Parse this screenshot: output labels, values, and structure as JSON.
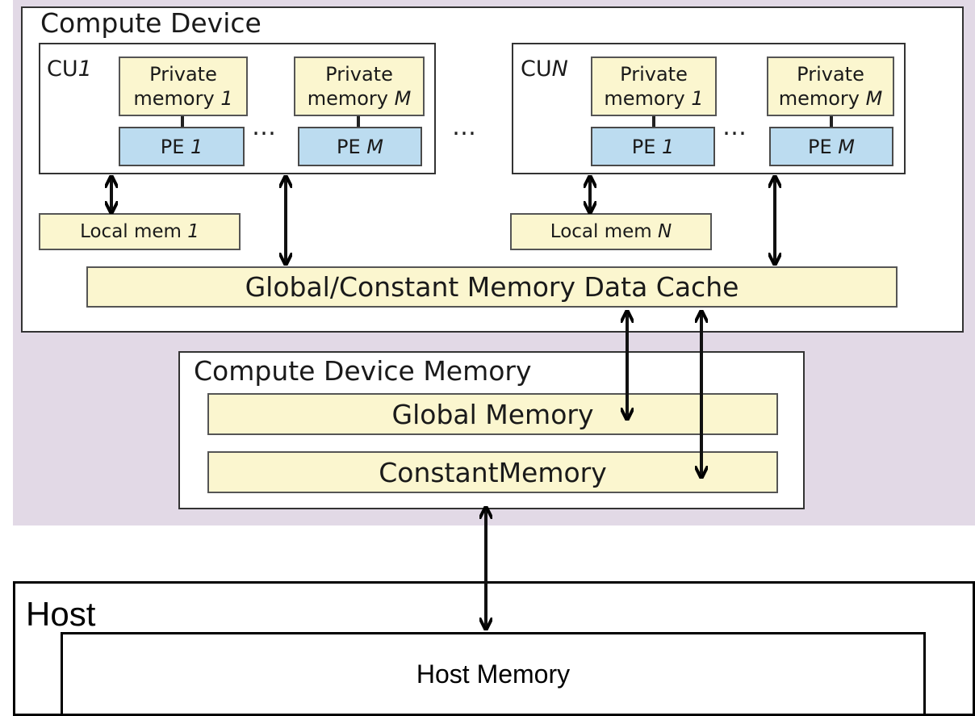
{
  "compute_device": {
    "title": "Compute Device",
    "cu_left": {
      "label_prefix": "CU",
      "label_index": "1",
      "private_mem_1": {
        "line1": "Private",
        "line2_prefix": "memory ",
        "line2_index": "1"
      },
      "private_mem_m": {
        "line1": "Private",
        "line2_prefix": "memory ",
        "line2_index": "M"
      },
      "pe_1": {
        "prefix": "PE ",
        "index": "1"
      },
      "pe_m": {
        "prefix": "PE ",
        "index": "M"
      },
      "ellipsis": "…"
    },
    "cu_right": {
      "label_prefix": "CU",
      "label_index": "N",
      "private_mem_1": {
        "line1": "Private",
        "line2_prefix": "memory ",
        "line2_index": "1"
      },
      "private_mem_m": {
        "line1": "Private",
        "line2_prefix": "memory ",
        "line2_index": "M"
      },
      "pe_1": {
        "prefix": "PE ",
        "index": "1"
      },
      "pe_m": {
        "prefix": "PE ",
        "index": "M"
      },
      "ellipsis": "…"
    },
    "between_cus": "…",
    "local_mem_1": {
      "prefix": "Local mem ",
      "index": "1"
    },
    "local_mem_n": {
      "prefix": "Local mem ",
      "index": "N"
    },
    "cache": "Global/Constant Memory Data Cache"
  },
  "device_memory": {
    "title": "Compute Device Memory",
    "global": "Global Memory",
    "constant": "ConstantMemory"
  },
  "host": {
    "title": "Host",
    "memory": "Host Memory"
  },
  "colors": {
    "region_background": "#e2d9e6",
    "memory_fill": "#fbf6cf",
    "pe_fill": "#bcdcf0"
  }
}
